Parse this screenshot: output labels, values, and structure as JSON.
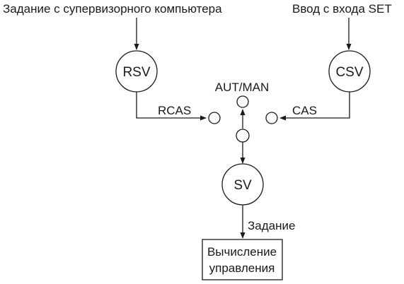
{
  "labels": {
    "supervisor_input": "Задание с супервизорного компьютера",
    "set_input": "Ввод с входа SET",
    "aut_man": "AUT/MAN",
    "rcas": "RCAS",
    "cas": "CAS",
    "setpoint": "Задание"
  },
  "nodes": {
    "rsv": "RSV",
    "csv": "CSV",
    "sv": "SV"
  },
  "output_box": {
    "line1": "Вычисление",
    "line2": "управления"
  }
}
